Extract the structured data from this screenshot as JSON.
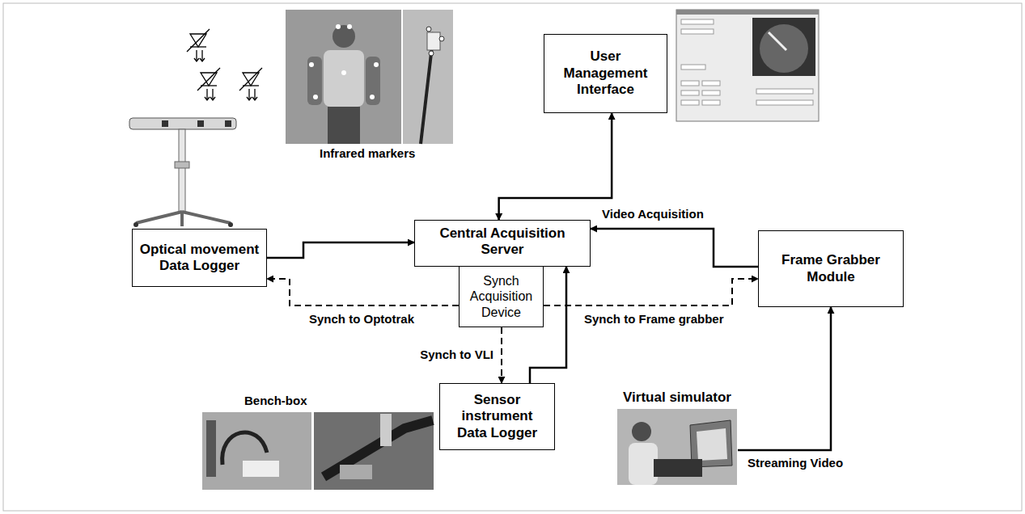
{
  "diagram": {
    "nodes": [
      {
        "text": [
          "User Management Interface"
        ]
      },
      {
        "text": [
          "Optical movement Data Logger"
        ]
      },
      {
        "text": [
          "Central Acquisition Server"
        ]
      },
      {
        "text": [
          "Synch Acquisition Device"
        ]
      },
      {
        "text": [
          "Frame Grabber Module"
        ]
      },
      {
        "text": [
          "Sensor instrument Data Logger"
        ]
      },
      {
        "text": [
          "Virtual simulator"
        ]
      }
    ],
    "edges": [
      {
        "from": 2,
        "to": 0,
        "arrow": "both"
      },
      {
        "from": 1,
        "to": 2,
        "arrow": "to"
      },
      {
        "from": 4,
        "to": 2,
        "arrow": "to",
        "label": "Video Acquisition"
      },
      {
        "from": 5,
        "to": 2,
        "arrow": "to"
      },
      {
        "from": 3,
        "to": 1,
        "arrow": "to",
        "label": "Synch to Optotrak"
      },
      {
        "from": 3,
        "to": 4,
        "arrow": "to",
        "label": "Synch to Frame grabber"
      },
      {
        "from": 3,
        "to": 5,
        "arrow": "to",
        "label": "Synch to VLI"
      },
      {
        "from": 6,
        "to": 4,
        "arrow": "to",
        "label": "Streaming Video"
      }
    ],
    "labels": [
      "Infrared markers",
      "Bench-box"
    ]
  }
}
